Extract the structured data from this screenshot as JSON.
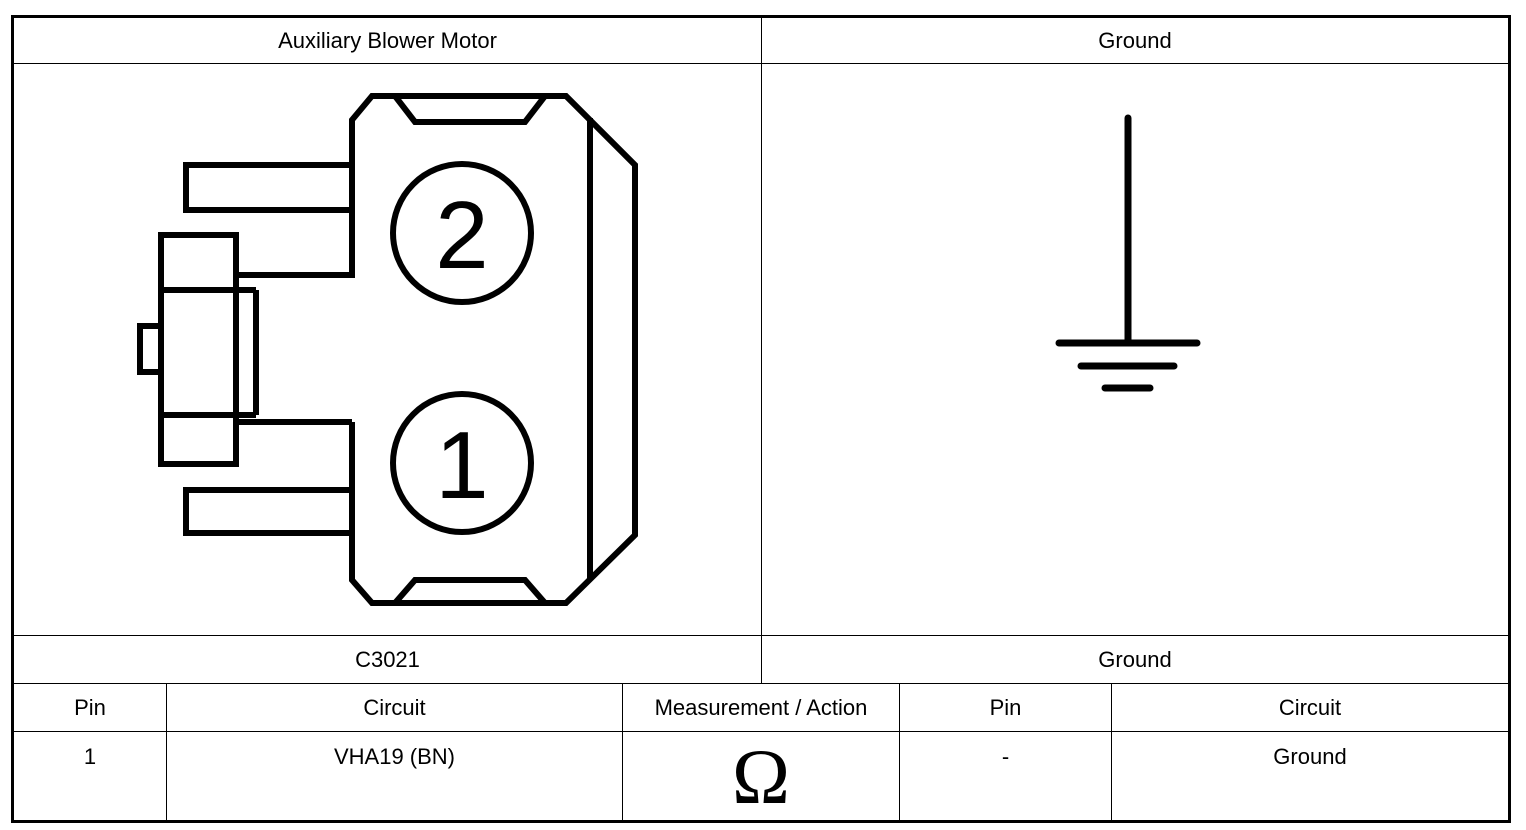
{
  "header": {
    "left_title": "Auxiliary Blower Motor",
    "right_title": "Ground"
  },
  "connector": {
    "pins": [
      "2",
      "1"
    ]
  },
  "subheader": {
    "left_label": "C3021",
    "right_label": "Ground"
  },
  "table": {
    "columns": [
      "Pin",
      "Circuit",
      "Measurement / Action",
      "Pin",
      "Circuit"
    ],
    "rows": [
      {
        "pin_a": "1",
        "circuit_a": "VHA19 (BN)",
        "measurement_symbol": "Ω",
        "pin_b": "-",
        "circuit_b": "Ground"
      }
    ]
  },
  "icons": {
    "connector": "connector-face-icon",
    "ground": "ground-symbol-icon",
    "measurement": "ohm-icon"
  }
}
